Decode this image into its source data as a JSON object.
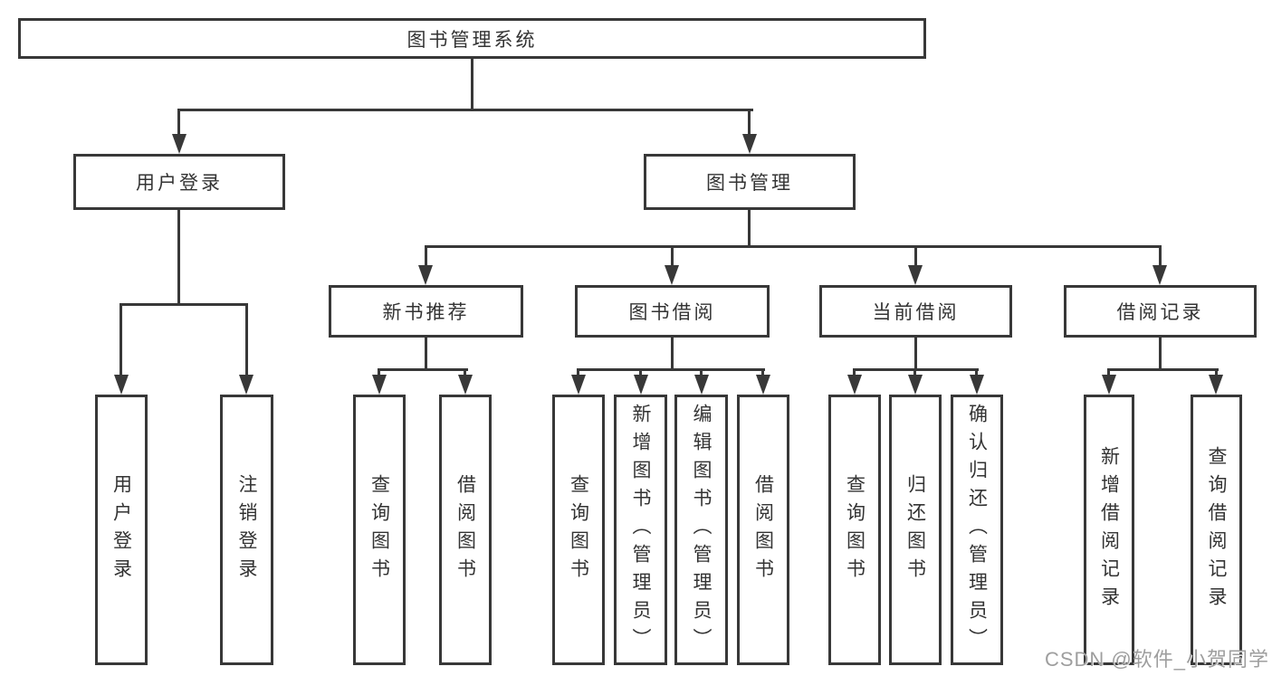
{
  "tree": {
    "root": {
      "label": "图书管理系统"
    },
    "branches": [
      {
        "label": "用户登录",
        "children": [
          {
            "label": "用户登录"
          },
          {
            "label": "注销登录"
          }
        ]
      },
      {
        "label": "图书管理",
        "children": [
          {
            "label": "新书推荐",
            "children": [
              {
                "label": "查询图书"
              },
              {
                "label": "借阅图书"
              }
            ]
          },
          {
            "label": "图书借阅",
            "children": [
              {
                "label": "查询图书"
              },
              {
                "label": "新增图书（管理员）"
              },
              {
                "label": "编辑图书（管理员）"
              },
              {
                "label": "借阅图书"
              }
            ]
          },
          {
            "label": "当前借阅",
            "children": [
              {
                "label": "查询图书"
              },
              {
                "label": "归还图书"
              },
              {
                "label": "确认归还（管理员）"
              }
            ]
          },
          {
            "label": "借阅记录",
            "children": [
              {
                "label": "新增借阅记录"
              },
              {
                "label": "查询借阅记录"
              }
            ]
          }
        ]
      }
    ]
  },
  "watermark": {
    "text": "CSDN @软件_小贺同学"
  },
  "colors": {
    "line": "#383838",
    "text": "#333333",
    "watermark": "#9e9e9e",
    "bg": "#ffffff"
  }
}
